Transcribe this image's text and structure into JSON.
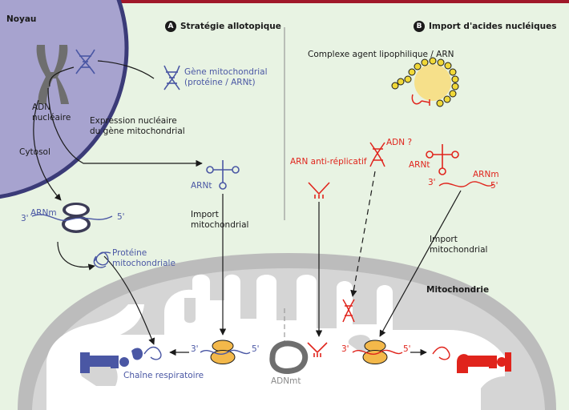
{
  "colors": {
    "background": "#e8f3e3",
    "frame": "#a0182a",
    "nucleus": "#a7a3cf",
    "nucleus_border": "#3b3b78",
    "mito_outer": "#bcbcbc",
    "mito_inner": "#d5d5d5",
    "blue": "#4a57a4",
    "red": "#e0241c",
    "orange": "#f3b84a",
    "yellow": "#f6e08a",
    "lipid_yellow": "#f0d838"
  },
  "labels": {
    "noyau": "Noyau",
    "panel_a_letter": "A",
    "panel_a_title": "Stratégie allotopique",
    "panel_b_letter": "B",
    "panel_b_title": "Import d'acides nucléiques",
    "adn_nucleaire": [
      "ADN",
      "nucléaire"
    ],
    "gene_mito": [
      "Gène mitochondrial",
      "(protéine / ARNt)"
    ],
    "expression": [
      "Expression nucléaire",
      "du gène mitochondrial"
    ],
    "cytosol": "Cytosol",
    "arnt_a": "ARNt",
    "arnm_a": "ARNm",
    "three_prime": "3'",
    "five_prime": "5'",
    "proteine": [
      "Protéine",
      "mitochondriale"
    ],
    "import_a": [
      "Import",
      "mitochondrial"
    ],
    "complexe": "Complexe agent lipophilique / ARN",
    "arn_anti": "ARN anti-réplicatif",
    "adn_q": "ADN ?",
    "arnt_b": "ARNt",
    "arnm_b": "ARNm",
    "import_b": [
      "Import",
      "mitochondrial"
    ],
    "mitochondrie": "Mitochondrie",
    "adnmt": "ADNmt",
    "chaine": "Chaîne respiratoire"
  },
  "icons": [
    "chromosome-icon",
    "dna-helix-icon",
    "ribosome-icon",
    "trna-icon",
    "mrna-icon",
    "protein-icon",
    "mtdna-ring-icon",
    "respiratory-chain-complex-icon",
    "lipophilic-bead-complex-icon"
  ]
}
